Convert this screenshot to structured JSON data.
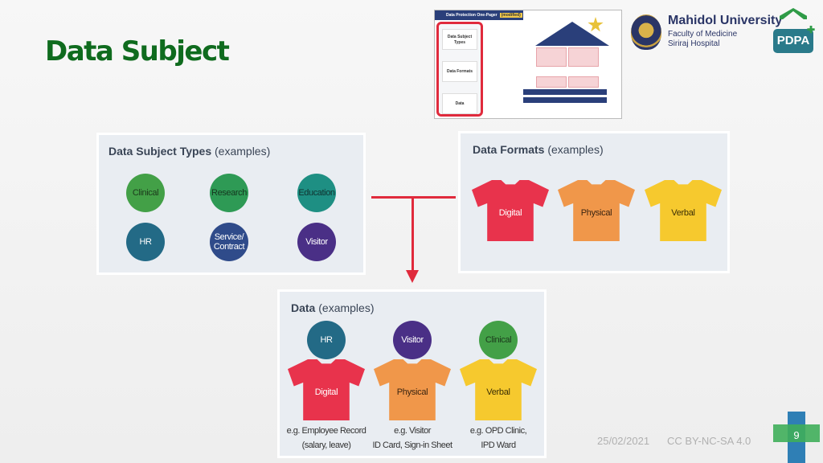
{
  "title": "Data Subject",
  "thumbnail": {
    "header": "Data Protection One-Pager",
    "tag": "(modified)",
    "boxes": [
      "Data Subject Types",
      "Data Formats",
      "Data"
    ]
  },
  "logo": {
    "university": "Mahidol University",
    "faculty": "Faculty of Medicine",
    "hospital": "Siriraj Hospital",
    "pdpa": "PDPA"
  },
  "subject_panel": {
    "title_bold": "Data Subject Types",
    "title_rest": " (examples)",
    "items": [
      {
        "label": "Clinical",
        "color": "#43a047",
        "text": "#1c3b1c"
      },
      {
        "label": "Research",
        "color": "#2e9a55",
        "text": "#15361f"
      },
      {
        "label": "Education",
        "color": "#1e8f83",
        "text": "#10322f"
      },
      {
        "label": "HR",
        "color": "#236a86",
        "text": "#ffffff"
      },
      {
        "label": "Service/\nContract",
        "color": "#2f4b8a",
        "text": "#ffffff"
      },
      {
        "label": "Visitor",
        "color": "#4a2f86",
        "text": "#ffffff"
      }
    ]
  },
  "formats_panel": {
    "title_bold": "Data Formats",
    "title_rest": " (examples)",
    "items": [
      {
        "label": "Digital",
        "color": "#e8334c",
        "text": "#ffffff"
      },
      {
        "label": "Physical",
        "color": "#f0974a",
        "text": "#3a2410"
      },
      {
        "label": "Verbal",
        "color": "#f6c92e",
        "text": "#3a2e05"
      }
    ]
  },
  "data_panel": {
    "title_bold": "Data",
    "title_rest": " (examples)",
    "items": [
      {
        "subject": "HR",
        "subject_color": "#236a86",
        "subject_text": "#ffffff",
        "format": "Digital",
        "format_color": "#e8334c",
        "format_text": "#ffffff",
        "caption_line1": "e.g. Employee Record",
        "caption_line2": "(salary, leave)"
      },
      {
        "subject": "Visitor",
        "subject_color": "#4a2f86",
        "subject_text": "#ffffff",
        "format": "Physical",
        "format_color": "#f0974a",
        "format_text": "#3a2410",
        "caption_line1": "e.g. Visitor",
        "caption_line2": "ID Card, Sign-in Sheet"
      },
      {
        "subject": "Clinical",
        "subject_color": "#43a047",
        "subject_text": "#1c3b1c",
        "format": "Verbal",
        "format_color": "#f6c92e",
        "format_text": "#3a2e05",
        "caption_line1": "e.g. OPD Clinic,",
        "caption_line2": "IPD Ward"
      }
    ]
  },
  "footer": {
    "date": "25/02/2021",
    "license": "CC BY-NC-SA 4.0",
    "page": "9"
  }
}
